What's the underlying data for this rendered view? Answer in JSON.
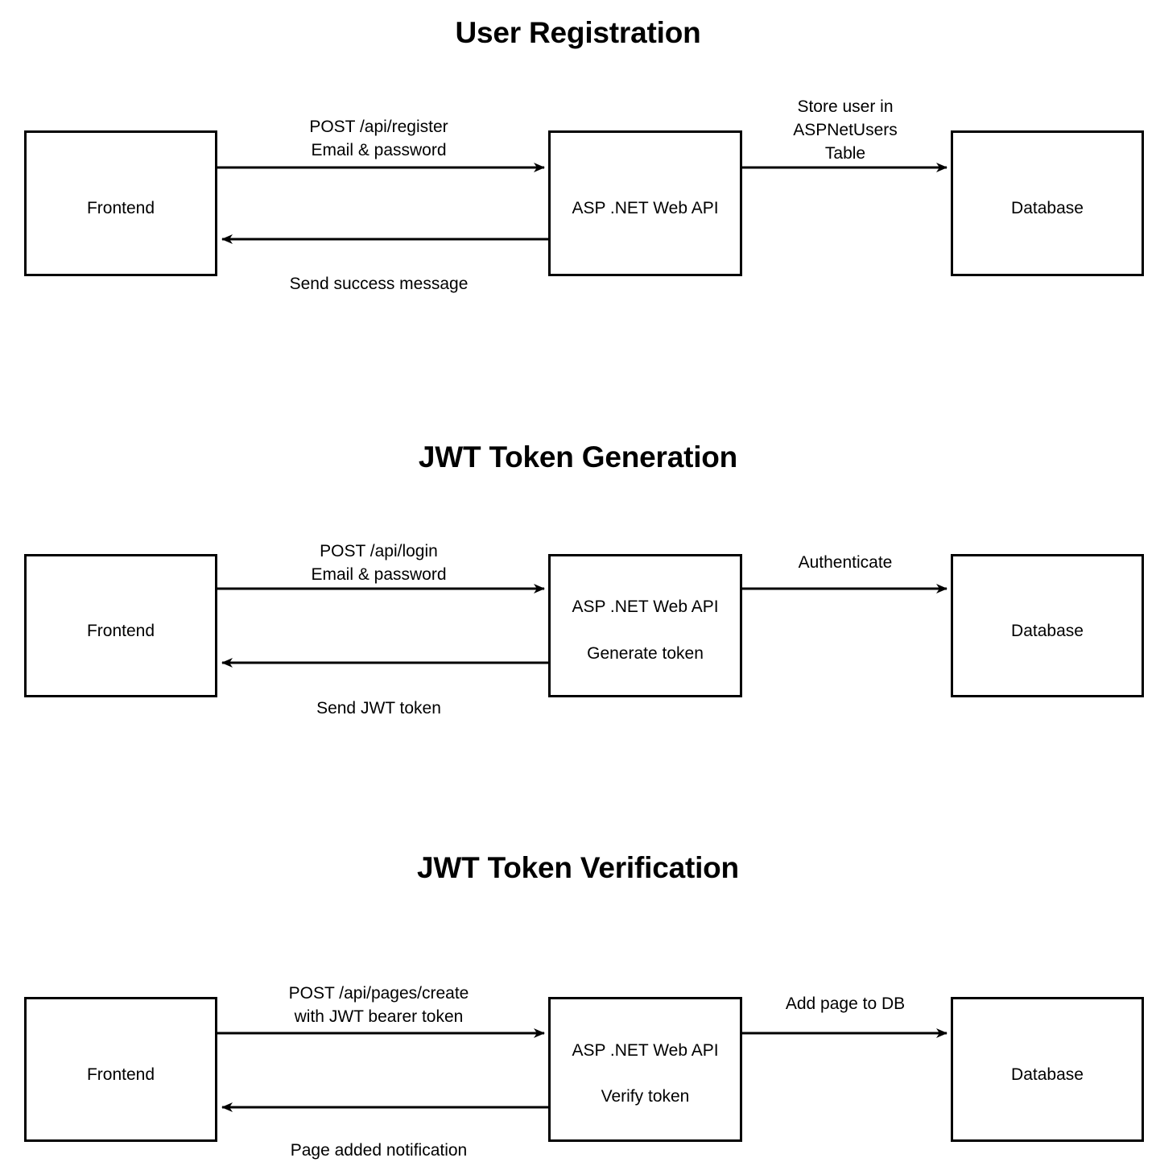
{
  "document": {
    "kind": "sequence-flow-diagram",
    "background_color": "#ffffff",
    "stroke_color": "#000000",
    "text_color": "#000000"
  },
  "sections": [
    {
      "id": "user-registration",
      "title": "User Registration",
      "nodes": {
        "frontend": "Frontend",
        "api_line1": "ASP .NET Web API",
        "api_line2": "",
        "database": "Database"
      },
      "edges": {
        "request_line1": "POST /api/register",
        "request_line2": "Email & password",
        "response": "Send success message",
        "db_line1": "Store user in",
        "db_line2": "ASPNetUsers",
        "db_line3": "Table"
      }
    },
    {
      "id": "jwt-token-generation",
      "title": "JWT Token Generation",
      "nodes": {
        "frontend": "Frontend",
        "api_line1": "ASP .NET Web API",
        "api_line2": "Generate token",
        "database": "Database"
      },
      "edges": {
        "request_line1": "POST /api/login",
        "request_line2": "Email & password",
        "response": "Send JWT token",
        "db_line1": "Authenticate",
        "db_line2": "",
        "db_line3": ""
      }
    },
    {
      "id": "jwt-token-verification",
      "title": "JWT Token Verification",
      "nodes": {
        "frontend": "Frontend",
        "api_line1": "ASP .NET Web API",
        "api_line2": "Verify token",
        "database": "Database"
      },
      "edges": {
        "request_line1": "POST /api/pages/create",
        "request_line2": "with JWT bearer token",
        "response": "Page added notification",
        "db_line1": "Add page to DB",
        "db_line2": "",
        "db_line3": ""
      }
    }
  ]
}
